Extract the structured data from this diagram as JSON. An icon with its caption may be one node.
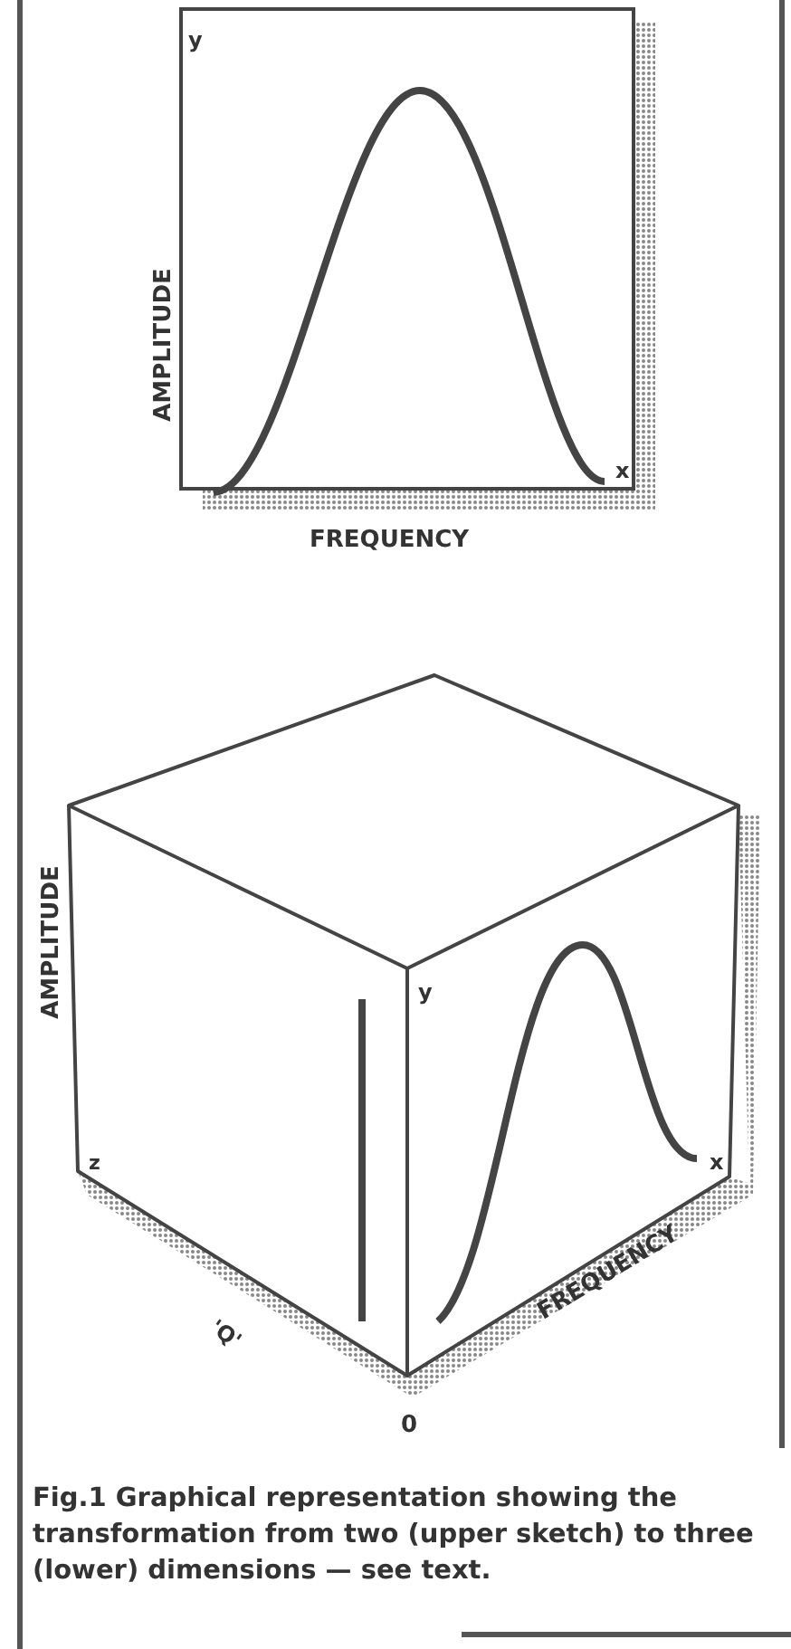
{
  "diagram": {
    "caption": "Fig.1 Graphical representation showing the transformation from two (upper sketch) to three (lower) dimensions — see text.",
    "labels": [
      "y",
      "x",
      "AMPLITUDE",
      "FREQUENCY",
      "AMPLITUDE",
      "y",
      "z",
      "x",
      "'Q'",
      "FREQUENCY",
      "0"
    ]
  }
}
